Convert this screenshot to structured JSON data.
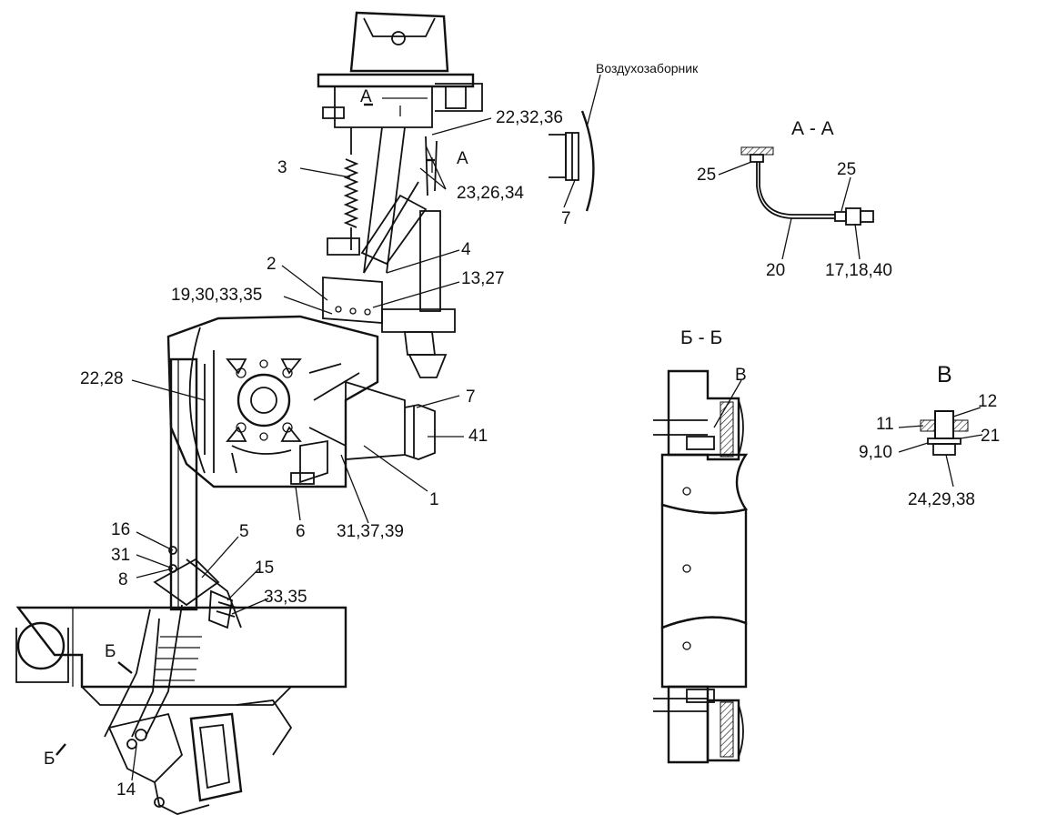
{
  "labels": {
    "air_intake": "Воздухозаборник",
    "section_aa": "А - А",
    "section_bb": "Б - Б",
    "detail_v": "В",
    "cut_a_top": "А",
    "cut_a_side": "А",
    "cut_b_left": "Б",
    "cut_b_bottom": "Б",
    "detail_v_ref": "В",
    "p1": "1",
    "p2": "2",
    "p3": "3",
    "p4": "4",
    "p5": "5",
    "p6": "6",
    "p7a": "7",
    "p7b": "7",
    "p8": "8",
    "p14": "14",
    "p15": "15",
    "p16": "16",
    "p31": "31",
    "p41": "41",
    "p13_27": "13,27",
    "p19_30_33_35": "19,30,33,35",
    "p22_28": "22,28",
    "p22_32_36": "22,32,36",
    "p23_26_34": "23,26,34",
    "p31_37_39": "31,37,39",
    "p33_35": "33,35",
    "p25a": "25",
    "p25b": "25",
    "p20": "20",
    "p17_18_40": "17,18,40",
    "p11": "11",
    "p12": "12",
    "p21": "21",
    "p9_10": "9,10",
    "p24_29_38": "24,29,38"
  }
}
